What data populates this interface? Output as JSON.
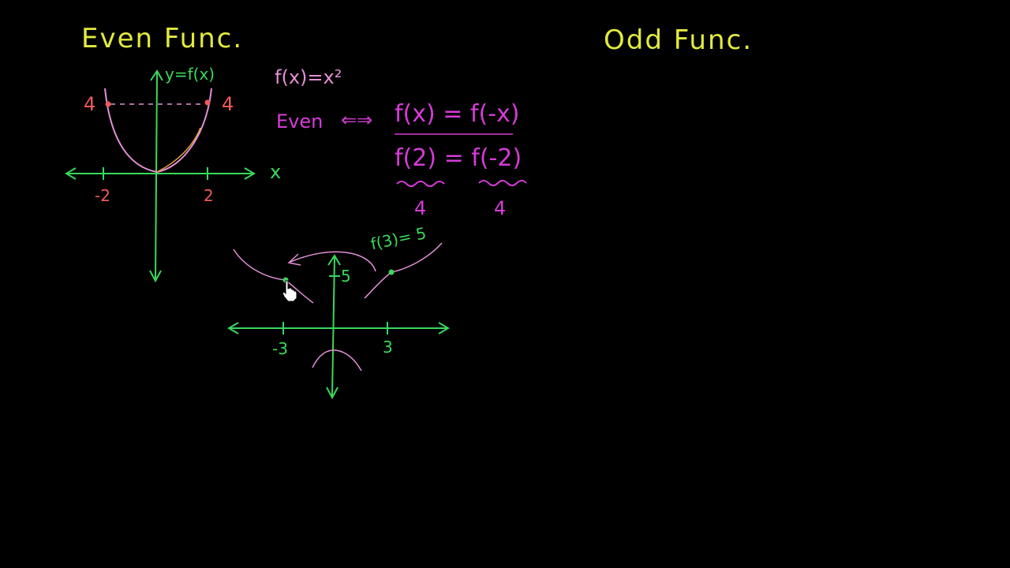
{
  "headings": {
    "even": "Even Func.",
    "odd": "Odd Func."
  },
  "graph1": {
    "y_label": "y=f(x)",
    "x_label": "x",
    "tick_neg": "-2",
    "tick_pos": "2",
    "value_left": "4",
    "value_right": "4"
  },
  "definition": {
    "function": "f(x)=x²",
    "even_label": "Even",
    "equivalence": "⇐⇒",
    "rule": "f(x) = f(-x)",
    "example": "f(2) = f(-2)",
    "example_left_value": "4",
    "example_right_value": "4"
  },
  "graph2": {
    "annotation": "f(3)= 5",
    "y_tick": "5",
    "tick_neg": "-3",
    "tick_pos": "3"
  },
  "colors": {
    "background": "#000000",
    "heading": "#e2ea3e",
    "axis": "#3ad85a",
    "curve": "#e48fd6",
    "emphasis": "#d63bd8",
    "value_marker": "#ef5a5a",
    "secondary_curve": "#e8a23a"
  }
}
